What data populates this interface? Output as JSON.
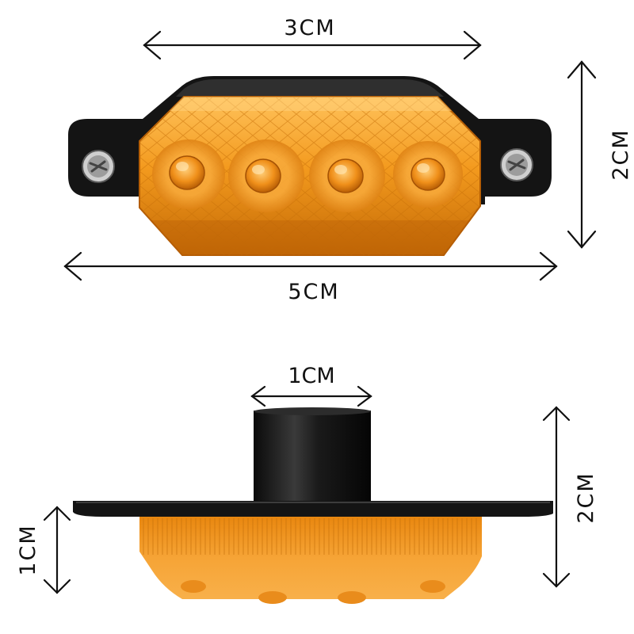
{
  "dimensions": {
    "top_view": {
      "lens_width": "3CM",
      "total_width": "5CM",
      "height": "2CM"
    },
    "side_view": {
      "stem_width": "1CM",
      "total_height": "2CM",
      "lens_depth": "1CM"
    }
  },
  "colors": {
    "amber": "#f39a1e",
    "amber_light": "#ffc25a",
    "amber_dark": "#c46a05",
    "housing": "#141414",
    "arrow": "#111111"
  }
}
